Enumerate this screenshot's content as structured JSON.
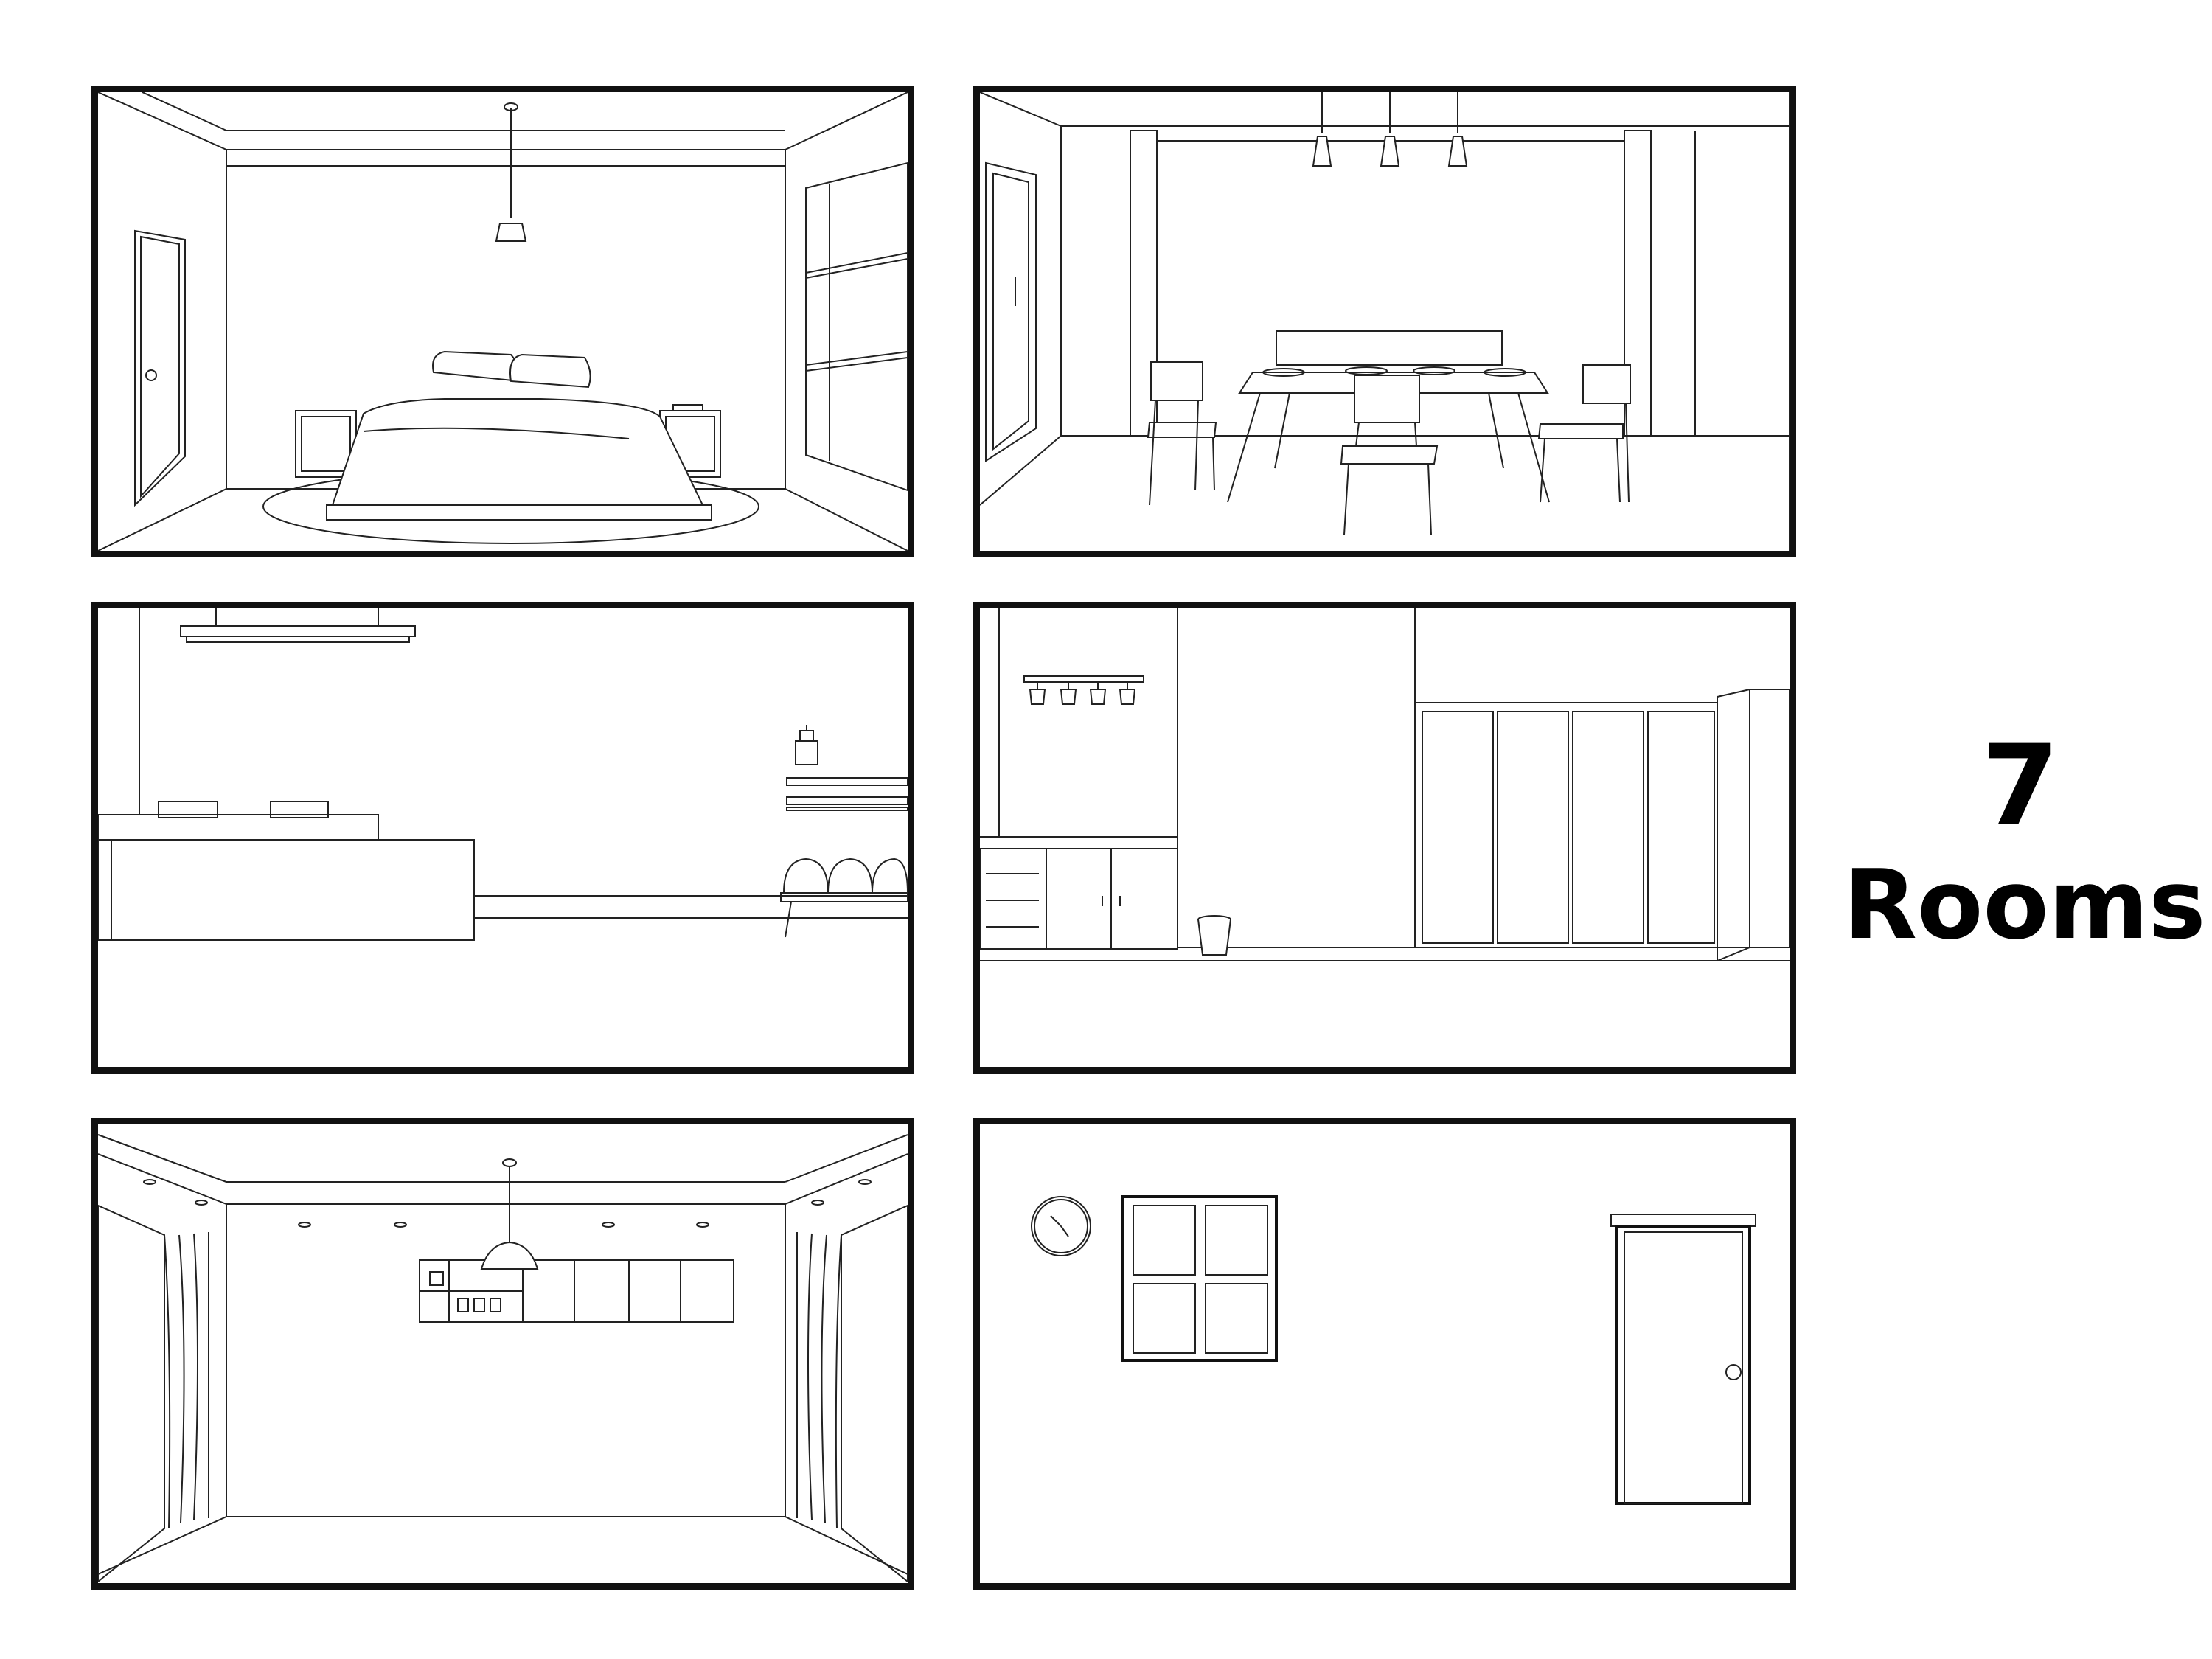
{
  "caption": {
    "number": "7",
    "word": "Rooms"
  },
  "panels": [
    {
      "id": "bedroom",
      "icons": [
        "pendant-lamp-icon",
        "bed-icon",
        "nightstand-icon",
        "door-icon",
        "shelf-icon",
        "rug-icon"
      ]
    },
    {
      "id": "dining-room",
      "icons": [
        "pendant-lamp-icon",
        "dining-table-icon",
        "chair-icon",
        "window-icon"
      ]
    },
    {
      "id": "waiting-room",
      "icons": [
        "ceiling-light-icon",
        "counter-icon",
        "chair-icon",
        "shelf-icon"
      ]
    },
    {
      "id": "kitchen-nook",
      "icons": [
        "mug-rack-icon",
        "cabinet-icon",
        "wastebin-icon",
        "wardrobe-icon"
      ]
    },
    {
      "id": "living-room",
      "icons": [
        "pendant-lamp-icon",
        "curtain-icon",
        "wall-cabinet-icon"
      ]
    },
    {
      "id": "plain-room",
      "icons": [
        "clock-icon",
        "window-icon",
        "door-icon"
      ]
    }
  ],
  "colors": {
    "line": "#222222",
    "frame": "#111111",
    "background": "#ffffff"
  }
}
